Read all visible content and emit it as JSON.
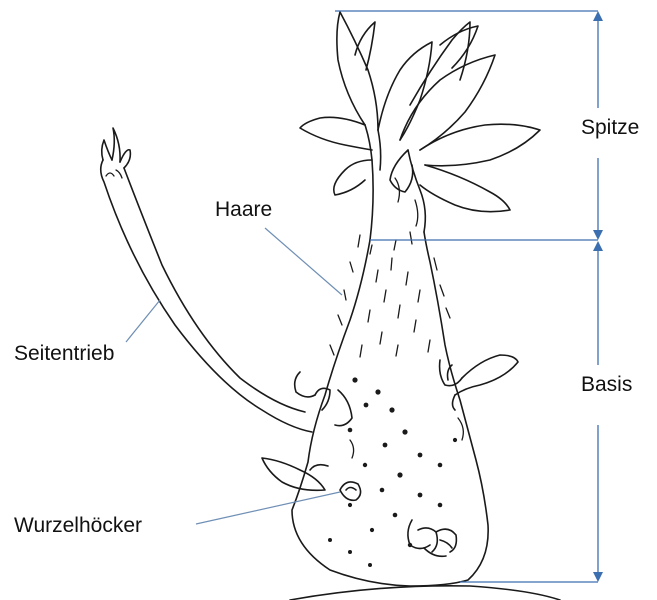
{
  "labels": {
    "spitze": "Spitze",
    "haare": "Haare",
    "seitentrieb": "Seitentrieb",
    "basis": "Basis",
    "wurzelhoecker": "Wurzelhöcker"
  },
  "colors": {
    "ink": "#1a1a1a",
    "dimension_lines": "#3c6fb0",
    "leader_lines": "#6f8fb5",
    "background": "#ffffff"
  }
}
